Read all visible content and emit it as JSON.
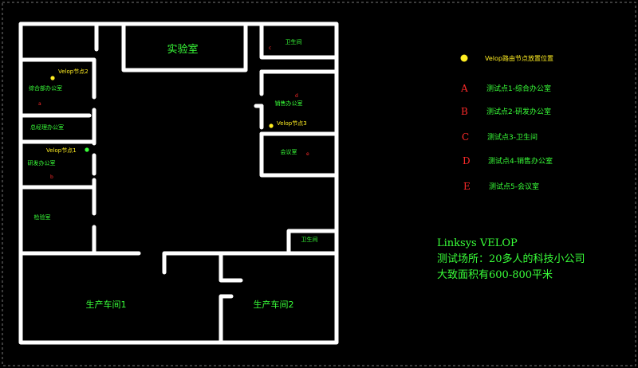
{
  "colors": {
    "background": "#000000",
    "wall": "#ffffff",
    "label": "#39ff39",
    "node": "#ffee22",
    "marker": "#ff2a2a",
    "frame": "#777777"
  },
  "rooms": {
    "lab": "实验室",
    "toilet_top": "卫生间",
    "general_office": "综合部办公室",
    "sales_office": "销售办公室",
    "gm_office": "总经理办公室",
    "rd_office": "研发办公室",
    "meeting_room": "会议室",
    "inspection_room": "检验室",
    "toilet_right": "卫生间",
    "workshop_1": "生产车间1",
    "workshop_2": "生产车间2"
  },
  "nodes": {
    "node2": "Velop节点2",
    "node1": "Velop节点1",
    "node3": "Velop节点3"
  },
  "markers": {
    "a": "a",
    "b": "b",
    "c": "c",
    "d": "d",
    "e": "e"
  },
  "legend": {
    "node_label": "Velop路由节点放置位置",
    "items": [
      {
        "letter": "A",
        "text": "测试点1-综合办公室"
      },
      {
        "letter": "B",
        "text": "测试点2-研发办公室"
      },
      {
        "letter": "C",
        "text": "测试点3-卫生间"
      },
      {
        "letter": "D",
        "text": "测试点4-销售办公室"
      },
      {
        "letter": "E",
        "text": "测试点5-会议室"
      }
    ]
  },
  "info": {
    "line1": "Linksys VELOP",
    "line2": "测试场所：20多人的科技小公司",
    "line3": "大致面积有600-800平米"
  }
}
